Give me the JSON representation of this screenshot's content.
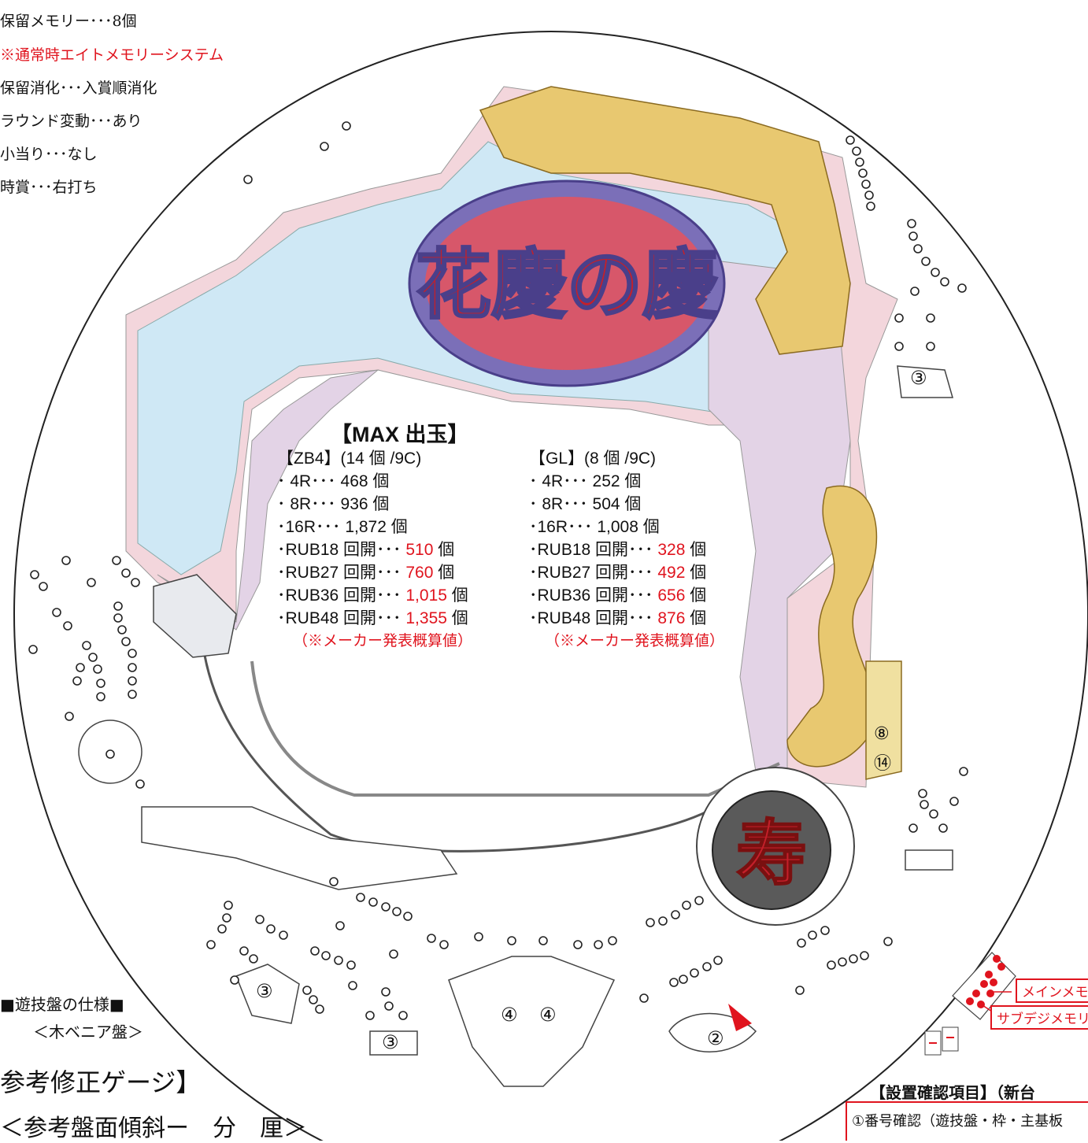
{
  "spec_lines": [
    {
      "text": "保留メモリー･･･8個",
      "color": "#111111"
    },
    {
      "text": "※通常時エイトメモリーシステム",
      "color": "#e0141e"
    },
    {
      "text": "保留消化･･･入賞順消化",
      "color": "#111111"
    },
    {
      "text": "ラウンド変動･･･あり",
      "color": "#111111"
    },
    {
      "text": "小当り･･･なし",
      "color": "#111111"
    },
    {
      "text": "時賞･･･右打ち",
      "color": "#111111"
    }
  ],
  "max_title": "【MAX 出玉】",
  "left_block": {
    "header": "【ZB4】(14 個 /9C)",
    "rows": [
      {
        "label": "･ 4R･･･",
        "value": "468 個",
        "red": false
      },
      {
        "label": "･ 8R･･･",
        "value": "936 個",
        "red": false
      },
      {
        "label": "･16R･･･",
        "value": "1,872 個",
        "red": false
      },
      {
        "label": "･RUB18 回開･･･",
        "value": "510",
        "unit": " 個",
        "red": true
      },
      {
        "label": "･RUB27 回開･･･",
        "value": "760",
        "unit": " 個",
        "red": true
      },
      {
        "label": "･RUB36 回開･･･",
        "value": "1,015",
        "unit": " 個",
        "red": true
      },
      {
        "label": "･RUB48 回開･･･",
        "value": "1,355",
        "unit": " 個",
        "red": true
      }
    ],
    "note": "（※メーカー発表概算値）"
  },
  "right_block": {
    "header": "【GL】(8 個 /9C)",
    "rows": [
      {
        "label": "･ 4R･･･",
        "value": "252 個",
        "red": false
      },
      {
        "label": "･ 8R･･･",
        "value": "504 個",
        "red": false
      },
      {
        "label": "･16R･･･",
        "value": "1,008 個",
        "red": false
      },
      {
        "label": "･RUB18 回開･･･",
        "value": "328",
        "unit": " 個",
        "red": true
      },
      {
        "label": "･RUB27 回開･･･",
        "value": "492",
        "unit": " 個",
        "red": true
      },
      {
        "label": "･RUB36 回開･･･",
        "value": "656",
        "unit": " 個",
        "red": true
      },
      {
        "label": "･RUB48 回開･･･",
        "value": "876",
        "unit": " 個",
        "red": true
      }
    ],
    "note": "（※メーカー発表概算値）"
  },
  "board_spec_title": "■遊技盤の仕様■",
  "board_spec_value": "＜木ベニア盤＞",
  "gauge_title": "参考修正ゲージ】",
  "gauge_subtitle": "＜参考盤面傾斜ー　分　厘＞",
  "memory_labels": {
    "main": "メインメモリ",
    "sub": "サブデジメモリ"
  },
  "install_check": {
    "title": "【設置確認項目】（新台",
    "line1": "①番号確認（遊技盤・枠・主基板"
  },
  "pocket_labels": {
    "three_right": "③",
    "three_left": "③",
    "three_bottom": "③",
    "four_a": "④",
    "four_b": "④",
    "two": "②",
    "eight": "⑧",
    "fourteen": "⑭"
  },
  "center_emblem": "寿",
  "logo_text": "花慶の慶",
  "colors": {
    "accent_red": "#e0141e",
    "gold": "#e8c870",
    "sky": "#cfe8f5",
    "lavender": "#e3d3e6"
  }
}
